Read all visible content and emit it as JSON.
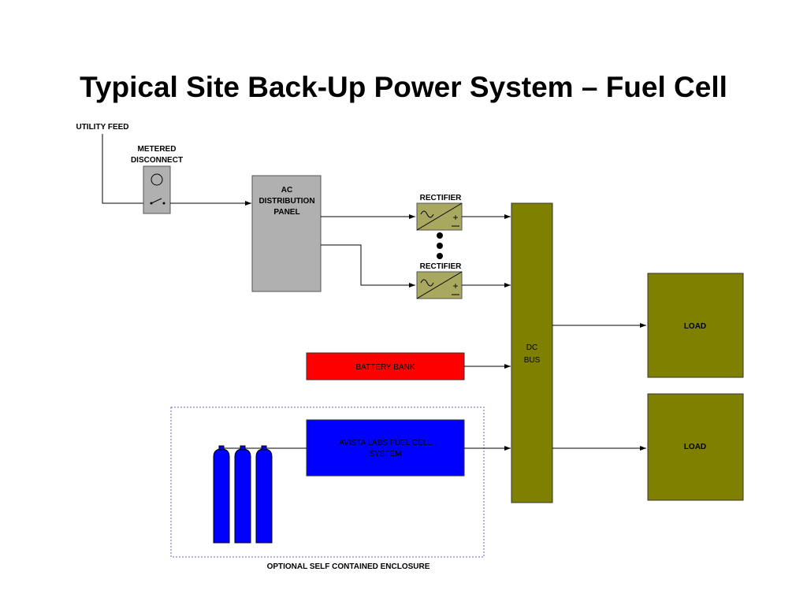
{
  "title": "Typical Site Back-Up Power System – Fuel Cell",
  "labels": {
    "utility_feed": "UTILITY FEED",
    "metered_disconnect_1": "METERED",
    "metered_disconnect_2": "DISCONNECT",
    "ac_panel_1": "AC",
    "ac_panel_2": "DISTRIBUTION",
    "ac_panel_3": "PANEL",
    "rectifier_top": "RECTIFIER",
    "rectifier_bottom": "RECTIFIER",
    "dc_bus_1": "DC",
    "dc_bus_2": "BUS",
    "battery_bank": "BATTERY BANK",
    "fuel_cell_1": "AVISTA LABS FUEL CELL",
    "fuel_cell_2": "SYSTEM",
    "load_top": "LOAD",
    "load_bottom": "LOAD",
    "enclosure": "OPTIONAL SELF CONTAINED ENCLOSURE"
  },
  "colors": {
    "rectifier": "#a8a860",
    "dc_bus": "#808000",
    "load": "#808000",
    "battery": "#ff0000",
    "fuel_cell": "#0000ff",
    "cylinder": "#0000ff",
    "panel": "#b0b0b0",
    "enclosure_border": "#6666cc"
  }
}
